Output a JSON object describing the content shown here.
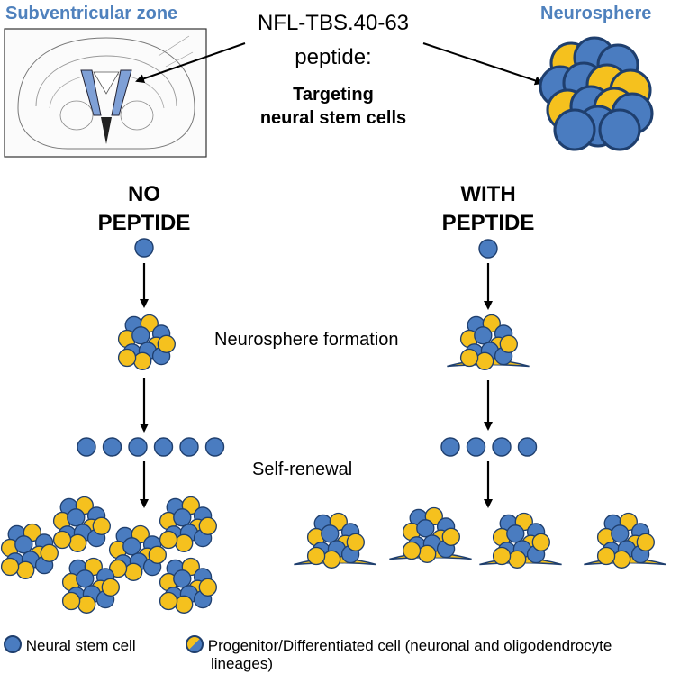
{
  "top": {
    "region_label": "Subventricular zone",
    "sphere_label": "Neurosphere",
    "peptide_name": "NFL-TBS.40-63",
    "peptide_suffix": "peptide:",
    "targeting_line1": "Targeting",
    "targeting_line2": "neural stem cells"
  },
  "conditions": {
    "left_line1": "NO",
    "left_line2": "PEPTIDE",
    "right_line1": "WITH",
    "right_line2": "PEPTIDE"
  },
  "steps": {
    "formation": "Neurosphere formation",
    "renewal": "Self-renewal"
  },
  "legend": {
    "stem": "Neural stem cell",
    "progenitor_line1": "Progenitor/Differentiated cell (neuronal and oligodendrocyte",
    "progenitor_line2": "lineages)"
  },
  "colors": {
    "stem_cell": "#4a7cc0",
    "progenitor_cell": "#f5c11e",
    "region_highlight": "#7fa0d6",
    "title_blue": "#4f81bd"
  },
  "counts": {
    "left_renewal_cells": 6,
    "right_renewal_cells": 4
  }
}
